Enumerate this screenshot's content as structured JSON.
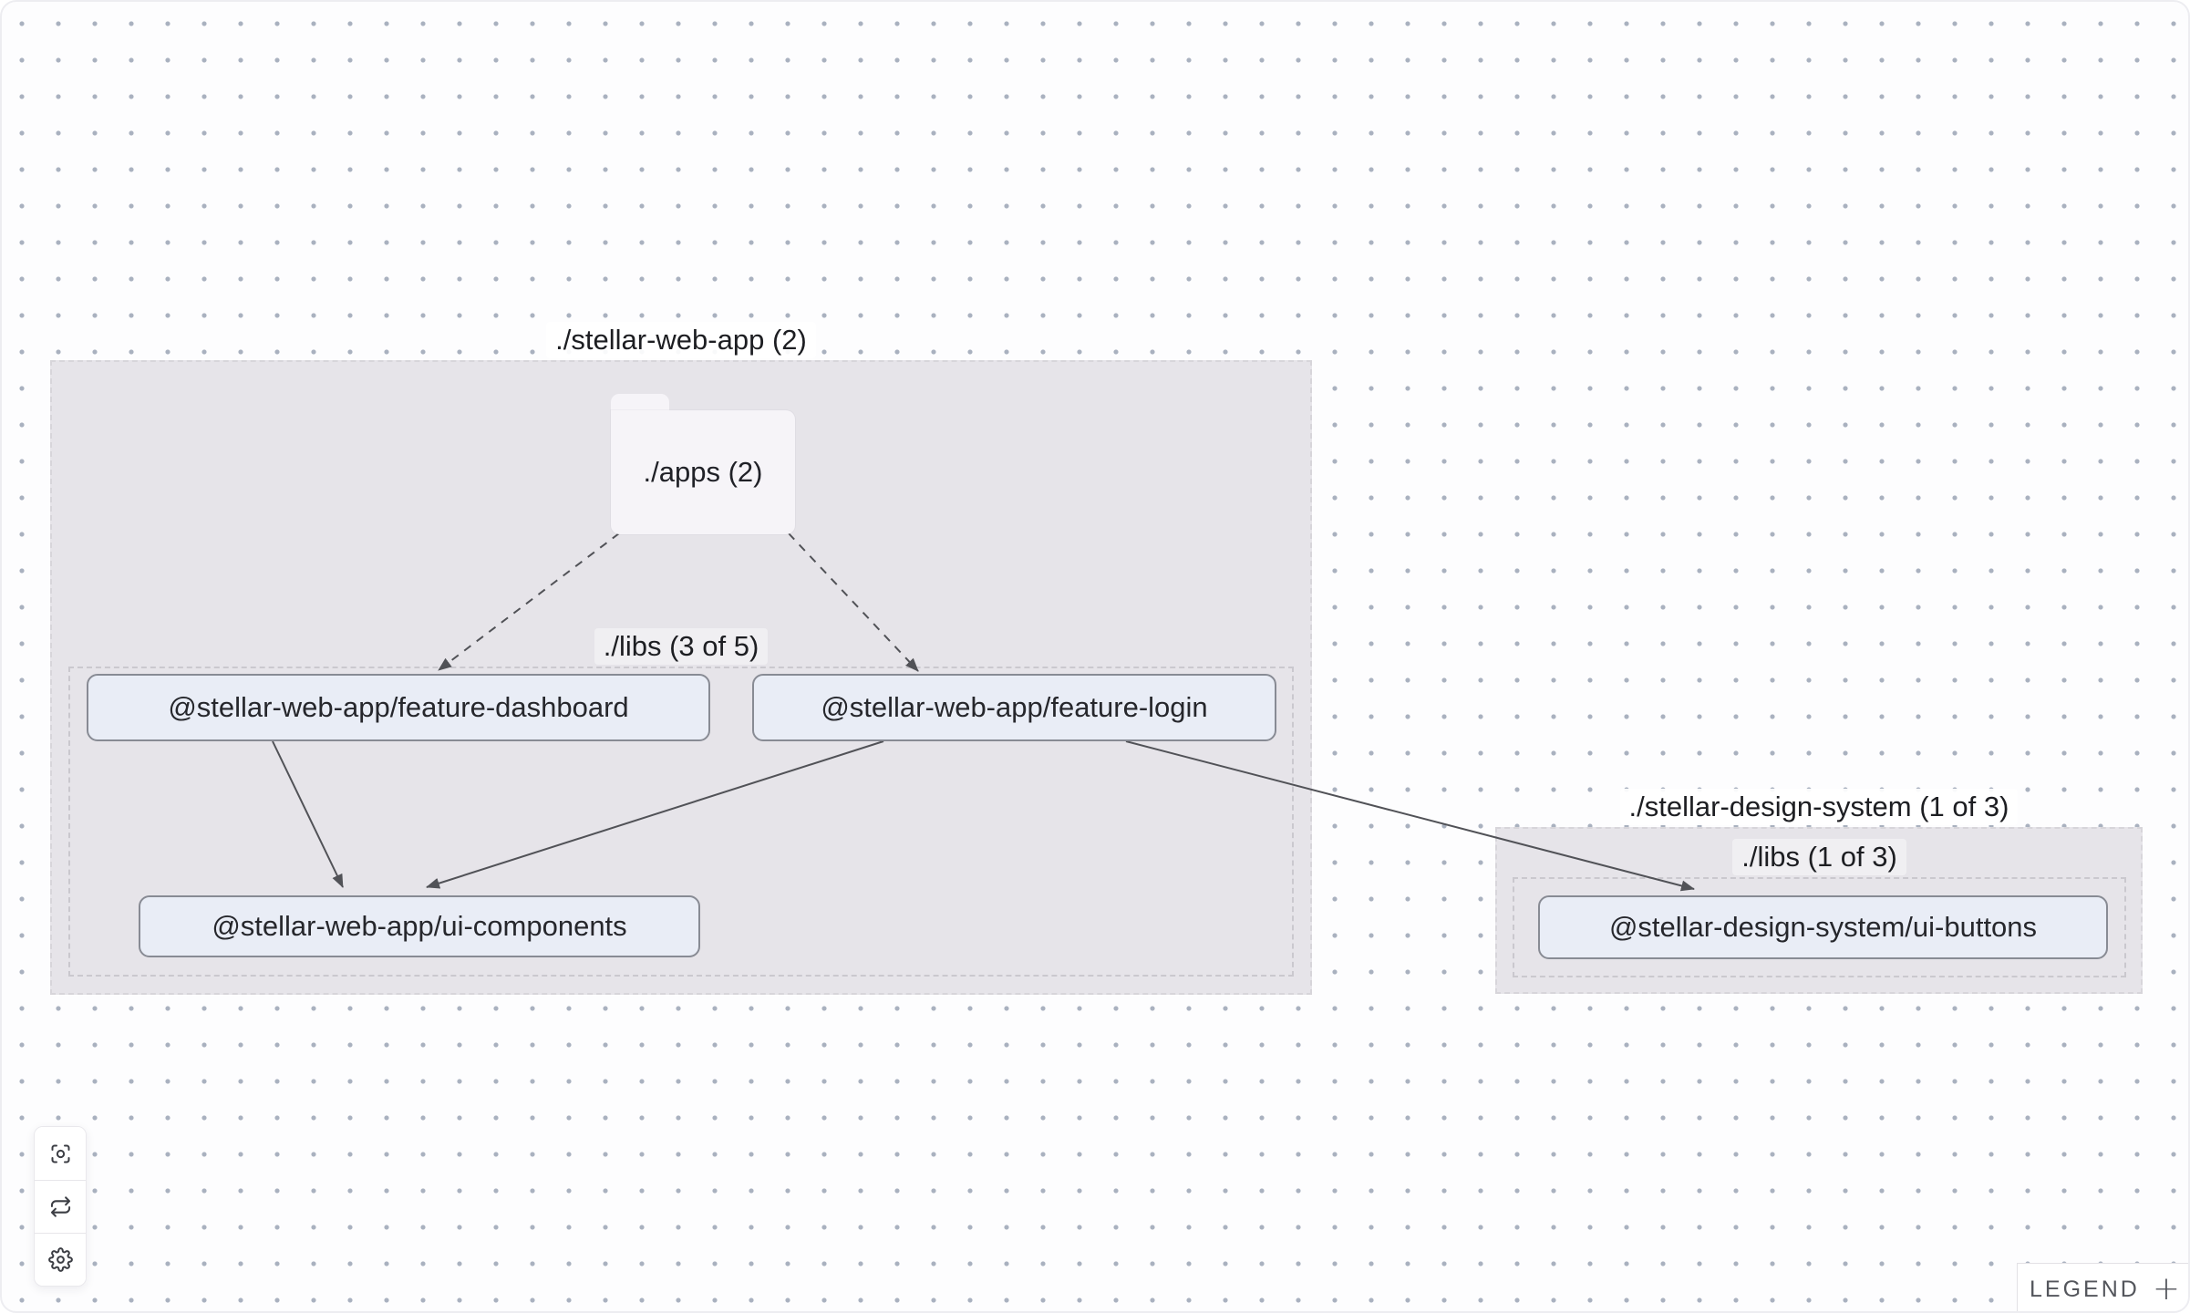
{
  "colors": {
    "canvas_background": "#fdfdfe",
    "dot_grid": "#a9b1bf",
    "group_fill": "#e6e4e9",
    "folder_fill": "#f6f4f8",
    "node_fill": "#e9edf6",
    "node_border": "#888b94",
    "edge": "#515257",
    "title_text": "#1d1e22"
  },
  "graph": {
    "groups": {
      "web_app": {
        "title": "./stellar-web-app (2)"
      },
      "web_app_libs": {
        "title": "./libs (3 of 5)"
      },
      "design_system": {
        "title": "./stellar-design-system (1 of 3)"
      },
      "design_system_libs": {
        "title": "./libs (1 of 3)"
      }
    },
    "folder_node": {
      "label": "./apps (2)"
    },
    "nodes": {
      "feature_dashboard": {
        "label": "@stellar-web-app/feature-dashboard"
      },
      "feature_login": {
        "label": "@stellar-web-app/feature-login"
      },
      "ui_components": {
        "label": "@stellar-web-app/ui-components"
      },
      "ui_buttons": {
        "label": "@stellar-design-system/ui-buttons"
      }
    },
    "edges": [
      {
        "from": "./apps (2)",
        "to": "@stellar-web-app/feature-dashboard",
        "style": "dashed"
      },
      {
        "from": "./apps (2)",
        "to": "@stellar-web-app/feature-login",
        "style": "dashed"
      },
      {
        "from": "@stellar-web-app/feature-dashboard",
        "to": "@stellar-web-app/ui-components",
        "style": "solid"
      },
      {
        "from": "@stellar-web-app/feature-login",
        "to": "@stellar-web-app/ui-components",
        "style": "solid"
      },
      {
        "from": "@stellar-web-app/feature-login",
        "to": "@stellar-design-system/ui-buttons",
        "style": "solid"
      }
    ]
  },
  "toolbar": {
    "buttons": [
      {
        "icon": "focus-icon"
      },
      {
        "icon": "refresh-icon"
      },
      {
        "icon": "gear-icon"
      }
    ]
  },
  "legend": {
    "label": "LEGEND",
    "expand_symbol": "+"
  }
}
